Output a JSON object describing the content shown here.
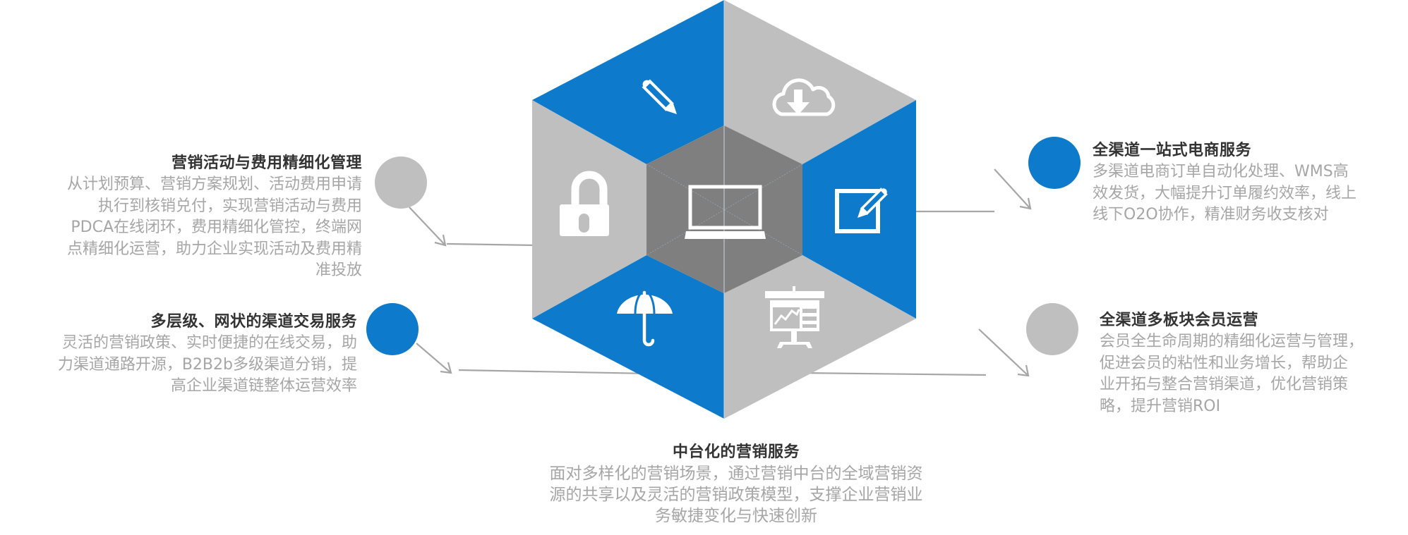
{
  "colors": {
    "blue": "#0E7ACB",
    "light_gray": "#BFBFBF",
    "dark_gray": "#7F7F7F",
    "title_text": "#333333",
    "body_text": "#A6A6A6",
    "connector": "#A6A6A6"
  },
  "hexagon": {
    "center_icon": "laptop-icon",
    "segments": [
      {
        "position": "top-left",
        "color": "blue",
        "icon": "pencil-icon"
      },
      {
        "position": "top-right",
        "color": "light_gray",
        "icon": "cloud-download-icon"
      },
      {
        "position": "right",
        "color": "blue",
        "icon": "edit-square-icon"
      },
      {
        "position": "bottom-right",
        "color": "light_gray",
        "icon": "presentation-chart-icon"
      },
      {
        "position": "bottom-left",
        "color": "blue",
        "icon": "umbrella-icon"
      },
      {
        "position": "left",
        "color": "light_gray",
        "icon": "lock-icon"
      }
    ]
  },
  "features": {
    "top_left": {
      "marker_color": "light_gray",
      "title": "营销活动与费用精细化管理",
      "body": "从计划预算、营销方案规划、活动费用申请\n执行到核销兑付，实现营销活动与费用\nPDCA在线闭环，费用精细化管控，终端网\n点精细化运营，助力企业实现活动及费用精\n准投放"
    },
    "mid_left": {
      "marker_color": "blue",
      "title": "多层级、网状的渠道交易服务",
      "body": "灵活的营销政策、实时便捷的在线交易，助\n力渠道通路开源，B2B2b多级渠道分销，提\n高企业渠道链整体运营效率"
    },
    "top_right": {
      "marker_color": "blue",
      "title": "全渠道一站式电商服务",
      "body": "多渠道电商订单自动化处理、WMS高\n效发货，大幅提升订单履约效率，线上\n线下O2O协作，精准财务收支核对"
    },
    "bottom_right": {
      "marker_color": "light_gray",
      "title": "全渠道多板块会员运营",
      "body": "会员全生命周期的精细化运营与管理，\n促进会员的粘性和业务增长，帮助企\n业开拓与整合营销渠道，优化营销策\n略，提升营销ROI"
    },
    "bottom_center": {
      "title": "中台化的营销服务",
      "body": "面对多样化的营销场景，通过营销中台的全域营销资\n源的共享以及灵活的营销政策模型，支撑企业营销业\n务敏捷变化与快速创新"
    }
  }
}
